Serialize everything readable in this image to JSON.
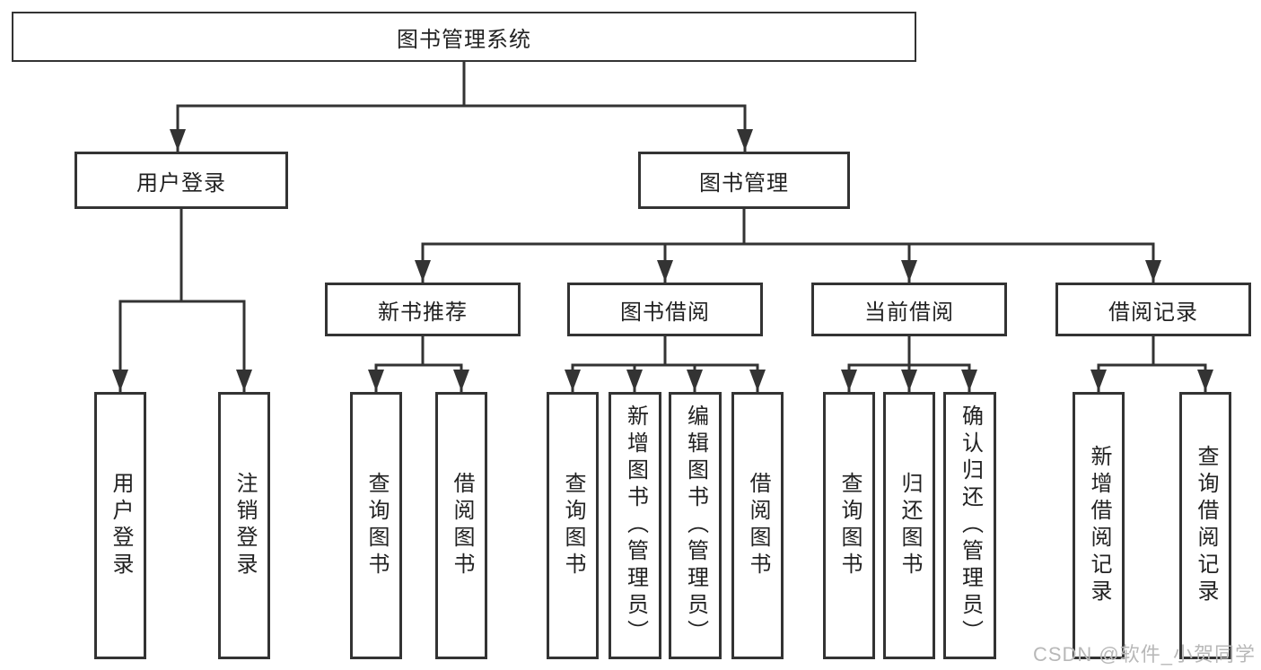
{
  "diagram": {
    "watermark": "CSDN @软件_小贺同学",
    "colors": {
      "line": "#333333",
      "text": "#222222",
      "box_background": "#ffffff",
      "watermark": "#b8b8b8"
    },
    "root": {
      "label": "图书管理系统"
    },
    "level2": {
      "user_login": {
        "label": "用户登录"
      },
      "book_management": {
        "label": "图书管理"
      }
    },
    "level3": {
      "new_book_recommend": {
        "label": "新书推荐"
      },
      "book_borrow": {
        "label": "图书借阅"
      },
      "current_borrow": {
        "label": "当前借阅"
      },
      "borrow_records": {
        "label": "借阅记录"
      }
    },
    "leaves": {
      "user_login": [
        "用户登录",
        "注销登录"
      ],
      "new_book_recommend": [
        "查询图书",
        "借阅图书"
      ],
      "book_borrow": [
        "查询图书",
        "新增图书（管理员）",
        "编辑图书（管理员）",
        "借阅图书"
      ],
      "current_borrow": [
        "查询图书",
        "归还图书",
        "确认归还（管理员）"
      ],
      "borrow_records": [
        "新增借阅记录",
        "查询借阅记录"
      ]
    }
  }
}
